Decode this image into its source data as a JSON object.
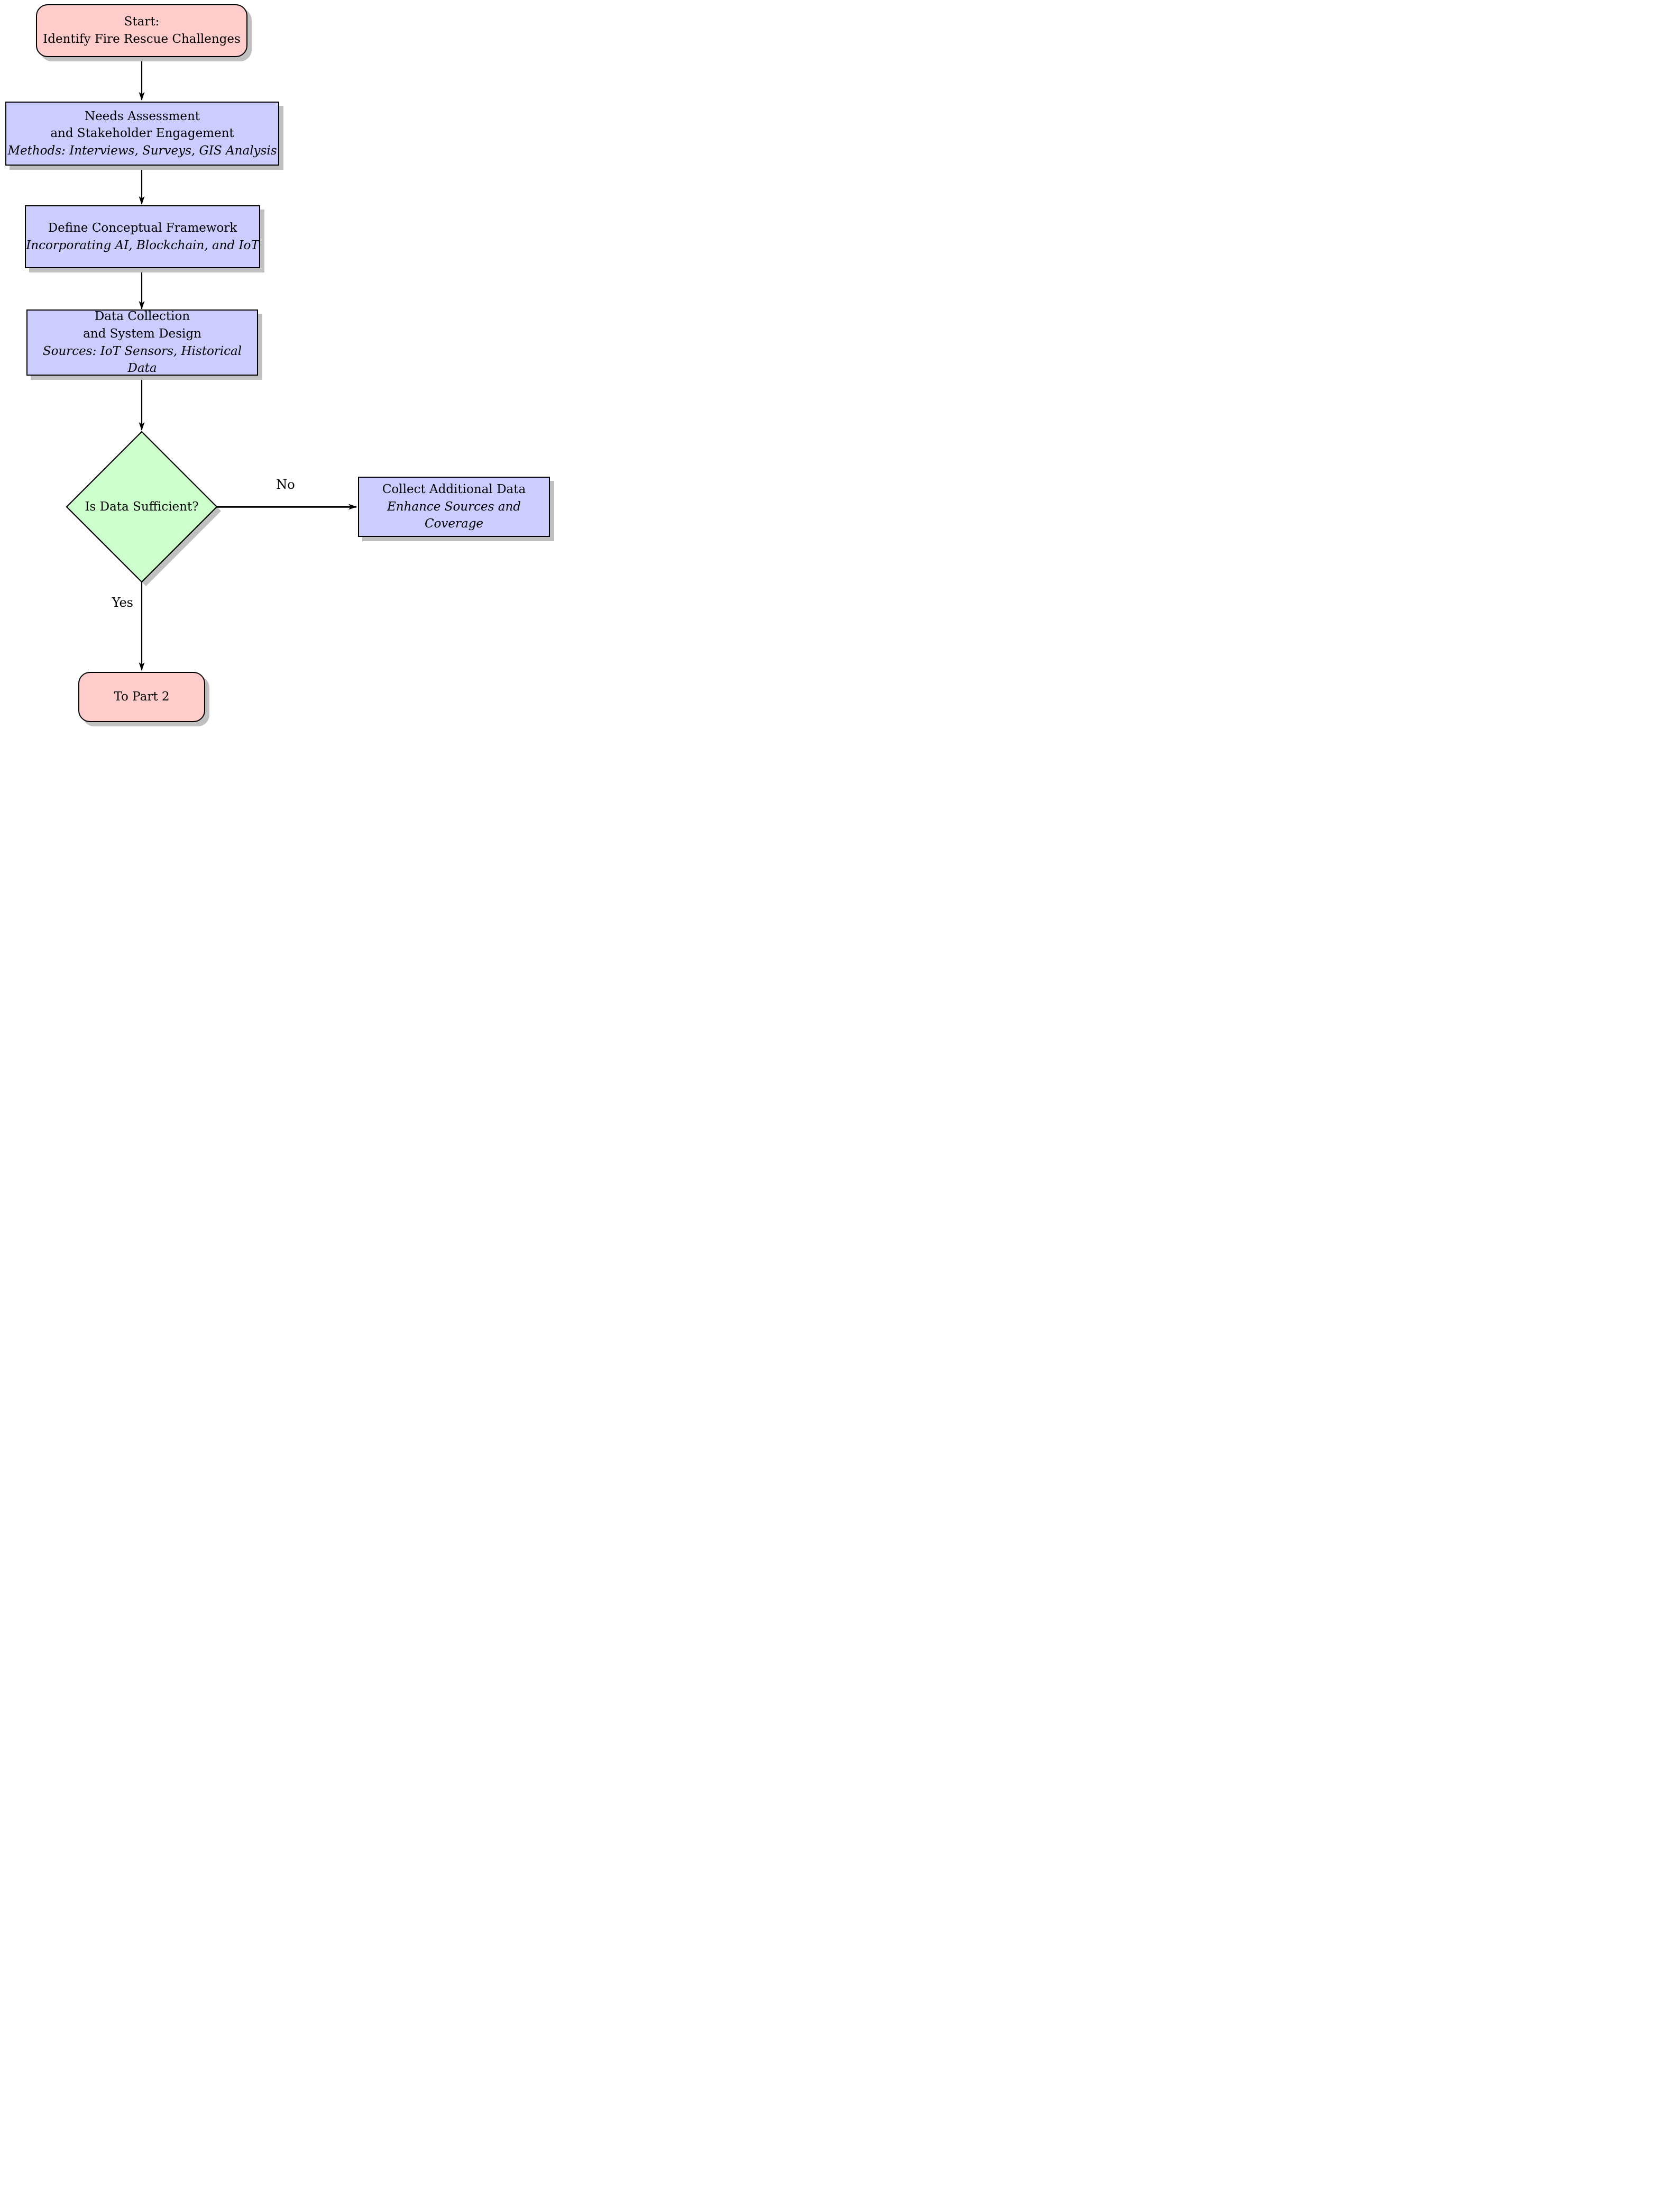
{
  "nodes": {
    "start": {
      "lines": [
        "Start:",
        "Identify Fire Rescue Challenges"
      ]
    },
    "needs_assessment": {
      "lines": [
        "Needs Assessment",
        "and Stakeholder Engagement"
      ],
      "subtitle": "Methods: Interviews, Surveys, GIS Analysis"
    },
    "framework": {
      "lines": [
        "Define Conceptual Framework"
      ],
      "subtitle": "Incorporating AI, Blockchain, and IoT"
    },
    "data_collection": {
      "lines": [
        "Data Collection",
        "and System Design"
      ],
      "subtitle": "Sources: IoT Sensors, Historical Data"
    },
    "decision": {
      "label": "Is Data Sufficient?"
    },
    "collect_additional": {
      "lines": [
        "Collect Additional Data"
      ],
      "subtitle": "Enhance Sources and Coverage"
    },
    "to_part_2": {
      "label": "To Part 2"
    }
  },
  "edges": {
    "no_label": "No",
    "yes_label": "Yes"
  },
  "colors": {
    "bg": "#ffffff",
    "line": "#000000",
    "shadow": "#c0c0c0",
    "start_fill": "#ffcccc",
    "process_fill": "#ccccff",
    "decision_fill": "#ccffcc",
    "text": "#000000"
  }
}
